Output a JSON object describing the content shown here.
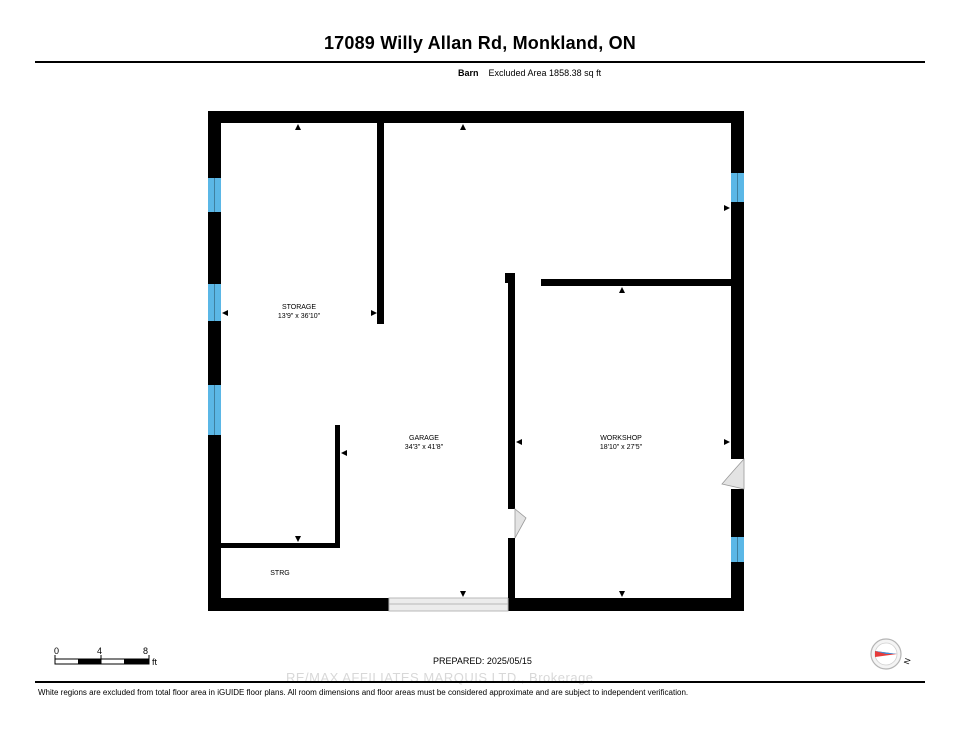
{
  "header": {
    "title": "17089 Willy Allan Rd, Monkland, ON",
    "floor_name": "Barn",
    "excluded_area": "Excluded Area 1858.38 sq ft"
  },
  "rooms": [
    {
      "name": "STORAGE",
      "dims": "13'9\" x 36'10\""
    },
    {
      "name": "GARAGE",
      "dims": "34'3\" x 41'8\""
    },
    {
      "name": "WORKSHOP",
      "dims": "18'10\" x 27'5\""
    },
    {
      "name": "STRG",
      "dims": ""
    }
  ],
  "scale_bar": {
    "labels": [
      "0",
      "4",
      "8"
    ],
    "unit": "ft"
  },
  "prepared": "PREPARED: 2025/05/15",
  "watermark": "RE/MAX AFFILIATES MARQUIS LTD., Brokerage",
  "footnote": "White regions are excluded from total floor area in iGUIDE floor plans. All room dimensions and floor areas must be considered approximate and are subject to independent verification.",
  "compass": {
    "label": "N"
  },
  "colors": {
    "wall": "#000000",
    "window": "#5bb7e6",
    "door_swing": "#cfcfcf"
  }
}
